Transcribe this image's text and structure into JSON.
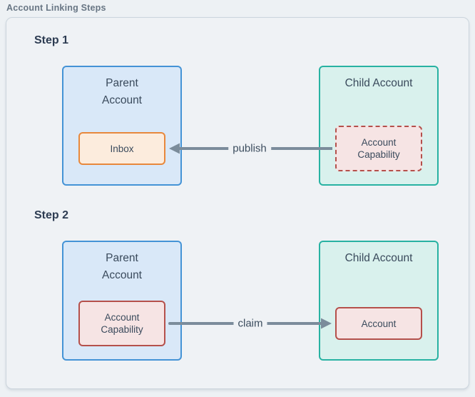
{
  "header": {
    "title": "Account Linking Steps"
  },
  "colors": {
    "panel_bg": "#eff2f5",
    "panel_border": "#ccd5dd",
    "parent_fill": "#d9e8f8",
    "parent_border": "#4493d6",
    "child_fill": "#d9f1ed",
    "child_border": "#28b2a2",
    "inbox_fill": "#fcecdd",
    "inbox_border": "#e8883c",
    "capability_fill": "#f6e4e4",
    "capability_border": "#b5504b",
    "arrow": "#7b8c9b",
    "text": "#3a4a5c"
  },
  "steps": [
    {
      "label": "Step 1",
      "parent_box": {
        "title": "Parent Account",
        "inner_label": "Inbox"
      },
      "child_box": {
        "title": "Child Account",
        "inner_label": "Account Capability"
      },
      "arrow_label": "publish",
      "arrow_direction": "left"
    },
    {
      "label": "Step 2",
      "parent_box": {
        "title": "Parent Account",
        "inner_label": "Account Capability"
      },
      "child_box": {
        "title": "Child Account",
        "inner_label": "Account"
      },
      "arrow_label": "claim",
      "arrow_direction": "right"
    }
  ]
}
